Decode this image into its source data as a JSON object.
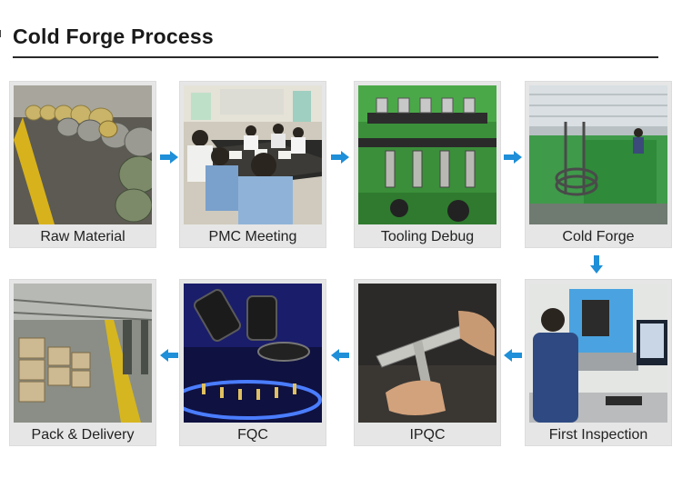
{
  "page": {
    "title": "Cold Forge Process",
    "accent_color": "#1e8fd8"
  },
  "steps": [
    {
      "label": "Raw Material",
      "image": "wire-coils-warehouse-photo"
    },
    {
      "label": "PMC Meeting",
      "image": "meeting-room-photo"
    },
    {
      "label": "Tooling Debug",
      "image": "machine-tooling-photo"
    },
    {
      "label": "Cold Forge",
      "image": "forging-machine-photo"
    },
    {
      "label": "First Inspection",
      "image": "measuring-station-photo"
    },
    {
      "label": "IPQC",
      "image": "caliper-measurement-photo"
    },
    {
      "label": "FQC",
      "image": "optical-sorting-photo"
    },
    {
      "label": "Pack & Delivery",
      "image": "packing-warehouse-photo"
    }
  ],
  "arrows": [
    "arrow-right-icon",
    "arrow-down-icon",
    "arrow-left-icon"
  ]
}
